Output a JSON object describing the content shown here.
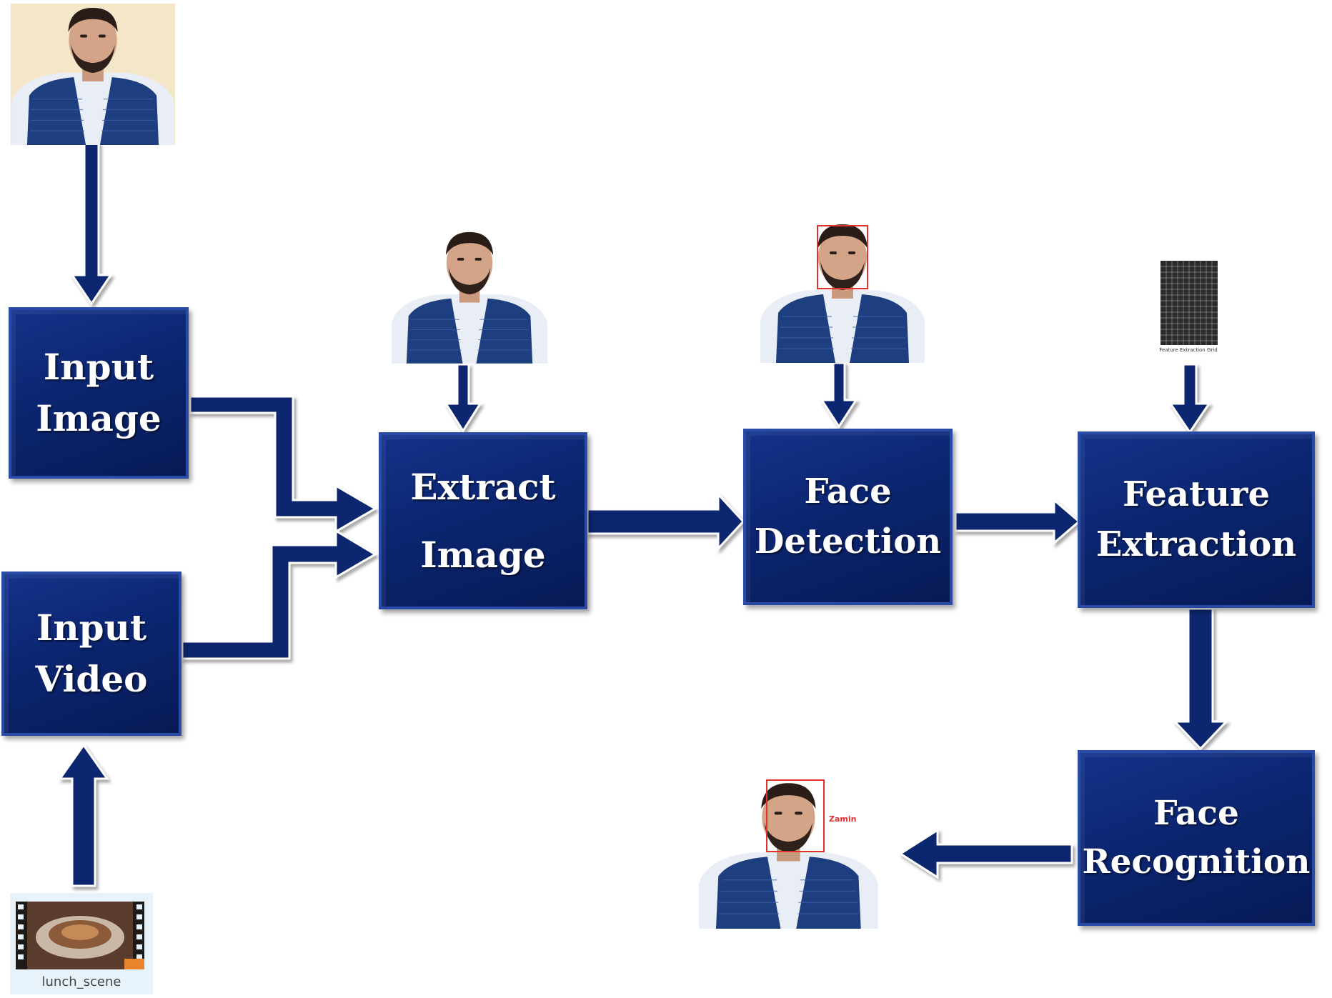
{
  "colors": {
    "box": "#0b2570",
    "arrow": "#0b2570",
    "text": "#ffffff"
  },
  "nodes": {
    "input_image": "Input\nImage",
    "input_video": "Input\nVideo",
    "extract_image": "Extract\nImage",
    "face_detection": "Face\nDetection",
    "feature_extraction": "Feature\nExtraction",
    "face_recognition": "Face\nRecognition"
  },
  "video_thumbnail": {
    "filename": "lunch_scene",
    "icon": "video-file-icon"
  },
  "feature_grid": {
    "caption": "Feature Extraction Grid",
    "icon": "feature-grid-icon"
  },
  "recognition_result": {
    "label": "Zamin"
  },
  "edges": [
    [
      "input_photo",
      "input_image"
    ],
    [
      "video_thumbnail",
      "input_video"
    ],
    [
      "input_image",
      "extract_image"
    ],
    [
      "input_video",
      "extract_image"
    ],
    [
      "extract_photo",
      "extract_image"
    ],
    [
      "extract_image",
      "face_detection"
    ],
    [
      "detection_photo",
      "face_detection"
    ],
    [
      "face_detection",
      "feature_extraction"
    ],
    [
      "feature_grid",
      "feature_extraction"
    ],
    [
      "feature_extraction",
      "face_recognition"
    ],
    [
      "face_recognition",
      "output_photo"
    ]
  ]
}
